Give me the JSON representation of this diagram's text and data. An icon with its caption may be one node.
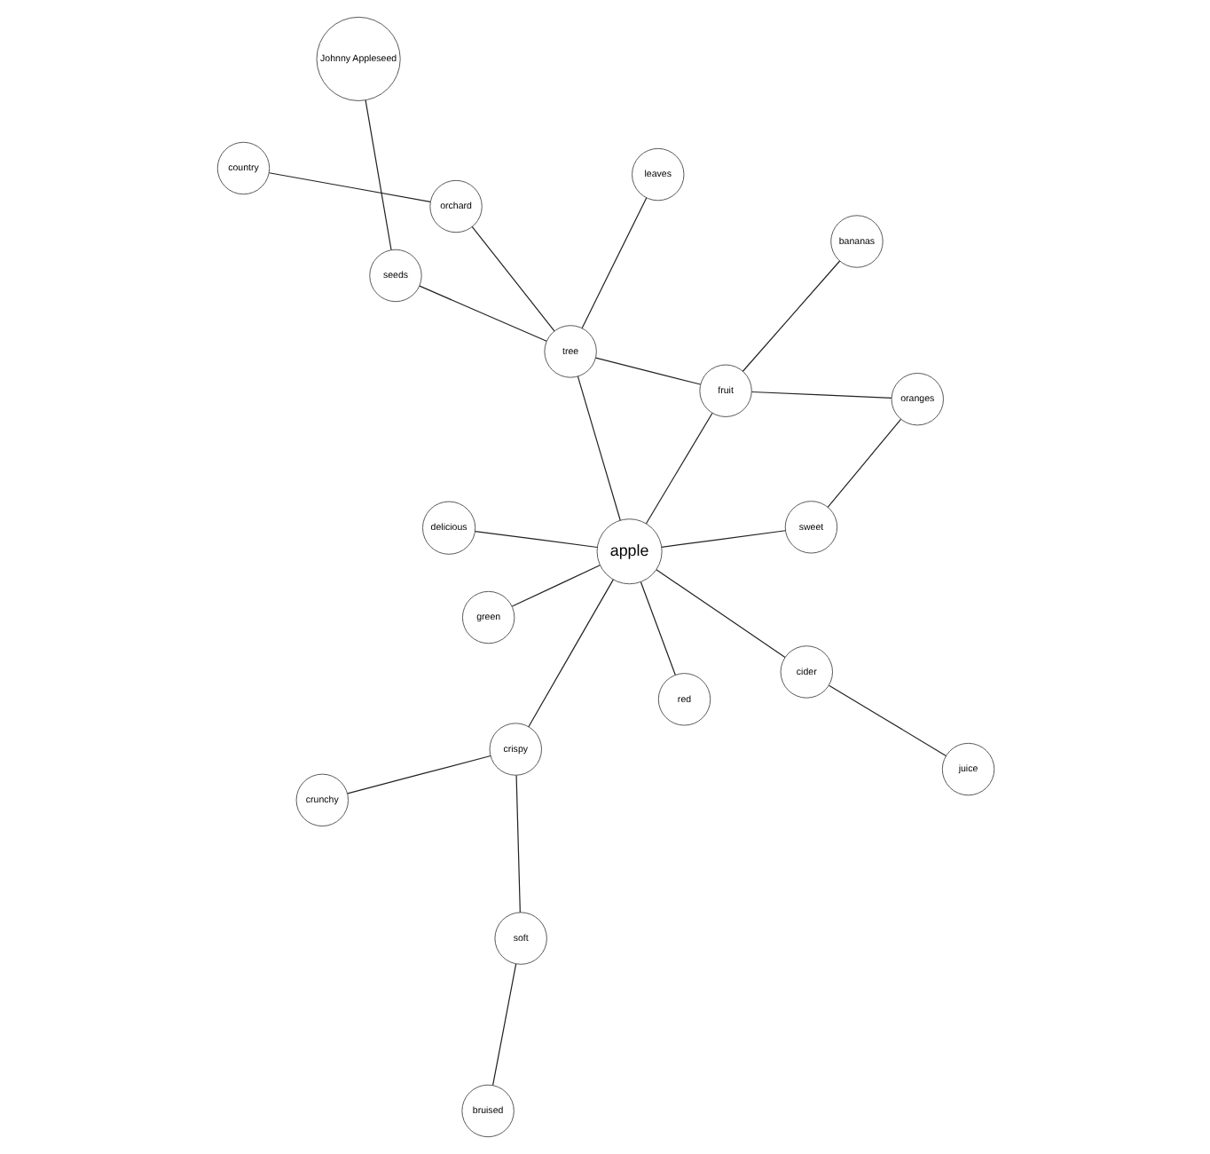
{
  "diagram": {
    "nodes": [
      {
        "text": [
          "delicious"
        ]
      },
      {
        "text": [
          "red"
        ]
      },
      {
        "text": [
          "green"
        ]
      },
      {
        "text": [
          "crunchy"
        ]
      },
      {
        "text": [
          "sweet"
        ]
      },
      {
        "text": [
          "apple"
        ]
      },
      {
        "text": [
          "crispy"
        ]
      },
      {
        "text": [
          "oranges"
        ]
      },
      {
        "text": [
          "soft"
        ]
      },
      {
        "text": [
          "fruit"
        ]
      },
      {
        "text": [
          "cider"
        ]
      },
      {
        "text": [
          "tree"
        ]
      },
      {
        "text": [
          "bruised"
        ]
      },
      {
        "text": [
          "bananas"
        ]
      },
      {
        "text": [
          "orchard"
        ]
      },
      {
        "text": [
          "juice"
        ]
      },
      {
        "text": [
          "leaves"
        ]
      },
      {
        "text": [
          "seeds"
        ]
      },
      {
        "text": [
          "country"
        ]
      },
      {
        "text": [
          "Johnny Appleseed"
        ]
      }
    ],
    "edges": [
      {
        "from": 5,
        "to": 0,
        "arrow": "none"
      },
      {
        "from": 5,
        "to": 1,
        "arrow": "none"
      },
      {
        "from": 5,
        "to": 2,
        "arrow": "none"
      },
      {
        "from": 5,
        "to": 4,
        "arrow": "none"
      },
      {
        "from": 5,
        "to": 6,
        "arrow": "none"
      },
      {
        "from": 5,
        "to": 9,
        "arrow": "none"
      },
      {
        "from": 5,
        "to": 11,
        "arrow": "none"
      },
      {
        "from": 5,
        "to": 10,
        "arrow": "none"
      },
      {
        "from": 4,
        "to": 7,
        "arrow": "none"
      },
      {
        "from": 9,
        "to": 7,
        "arrow": "none"
      },
      {
        "from": 9,
        "to": 13,
        "arrow": "none"
      },
      {
        "from": 9,
        "to": 11,
        "arrow": "none"
      },
      {
        "from": 6,
        "to": 3,
        "arrow": "none"
      },
      {
        "from": 6,
        "to": 8,
        "arrow": "none"
      },
      {
        "from": 8,
        "to": 12,
        "arrow": "none"
      },
      {
        "from": 10,
        "to": 15,
        "arrow": "none"
      },
      {
        "from": 11,
        "to": 16,
        "arrow": "none"
      },
      {
        "from": 11,
        "to": 17,
        "arrow": "none"
      },
      {
        "from": 11,
        "to": 14,
        "arrow": "none"
      },
      {
        "from": 17,
        "to": 19,
        "arrow": "none"
      },
      {
        "from": 14,
        "to": 18,
        "arrow": "none"
      }
    ]
  }
}
